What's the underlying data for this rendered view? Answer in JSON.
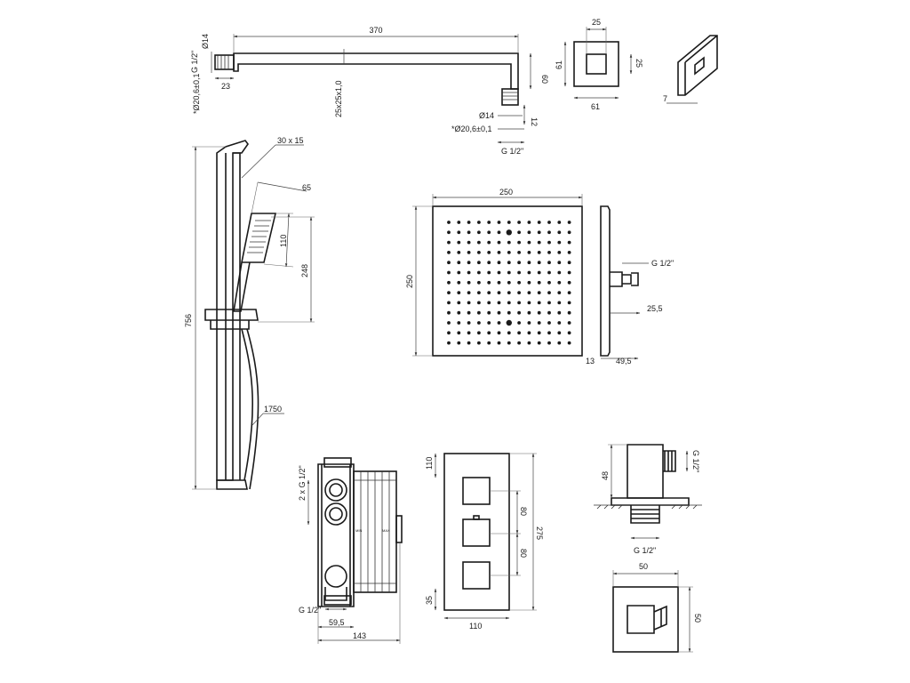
{
  "arm": {
    "length": "370",
    "diam": "Ø14",
    "thread": "G 1/2\"",
    "outer": "*Ø20,6±0,1",
    "stub": "23",
    "profile": "25x25x1,0",
    "drop": "60",
    "diam2": "Ø14",
    "outer2": "*Ø20,6±0,1",
    "tip": "12",
    "thread2": "G 1/2\""
  },
  "flange": {
    "inner_w": "25",
    "inner_h": "25",
    "outer_h": "61",
    "outer_w": "61",
    "thick": "7"
  },
  "rail": {
    "section": "30 x 15",
    "handset_w": "65",
    "handset_h": "110",
    "handset_len": "248",
    "height": "756",
    "hose": "1750"
  },
  "head": {
    "width": "250",
    "height": "250",
    "thread": "G 1/2\"",
    "nozzle": "25,5",
    "depth": "13",
    "offset": "49,5"
  },
  "valve": {
    "ports": "2 x G 1/2\"",
    "bottom_port": "G 1/2\"",
    "inner_w": "59,5",
    "outer_w": "143",
    "label_left": "MIN",
    "label_right": "MAX"
  },
  "plate": {
    "top": "110",
    "gap1": "80",
    "gap2": "80",
    "height": "275",
    "bottom": "35",
    "width": "110"
  },
  "outlet": {
    "height": "48",
    "thread_side": "G 1/2\"",
    "thread_bottom": "G 1/2\"",
    "width": "50",
    "depth": "50"
  }
}
